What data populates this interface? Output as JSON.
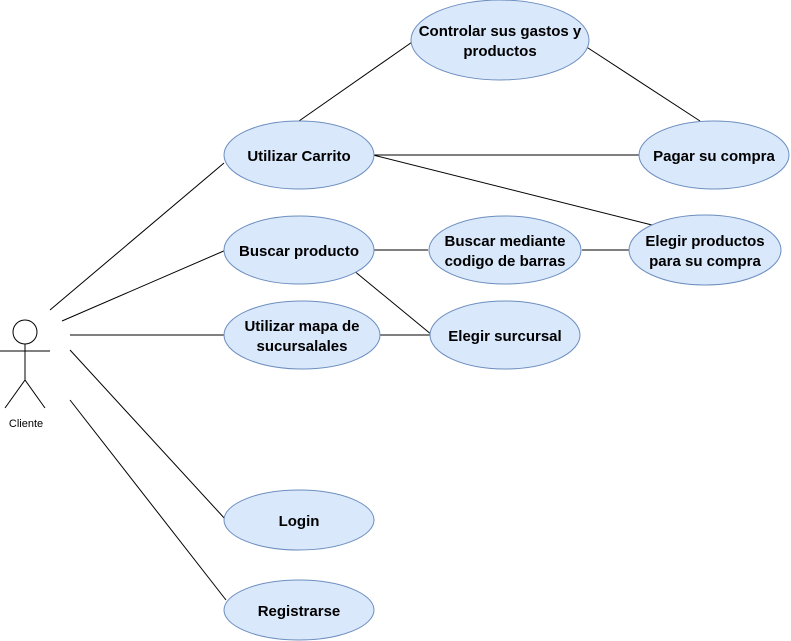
{
  "actor": {
    "name": "Cliente"
  },
  "use_cases": {
    "controlar": [
      "Controlar sus gastos y",
      "productos"
    ],
    "carrito": [
      "Utilizar Carrito"
    ],
    "pagar": [
      "Pagar su compra"
    ],
    "buscar": [
      "Buscar producto"
    ],
    "codigo": [
      "Buscar mediante",
      "codigo de barras"
    ],
    "elegir_productos": [
      "Elegir productos",
      "para su compra"
    ],
    "mapa": [
      "Utilizar mapa de",
      "sucursalales"
    ],
    "sucursal": [
      "Elegir surcursal"
    ],
    "login": [
      "Login"
    ],
    "registrarse": [
      "Registrarse"
    ]
  },
  "colors": {
    "usecase_fill": "#dae8fc",
    "usecase_stroke": "#6c8ebf",
    "line": "#000000"
  }
}
